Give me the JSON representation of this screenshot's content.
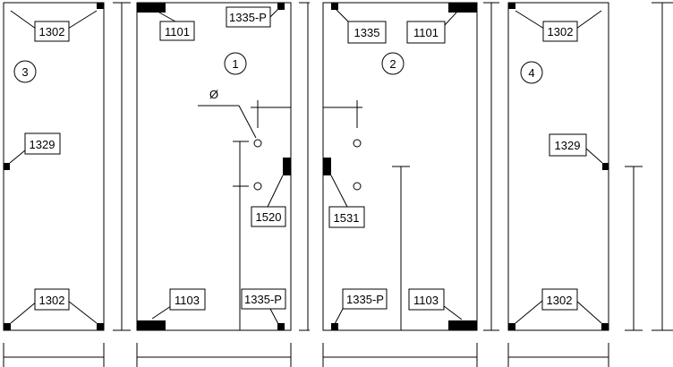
{
  "panels": {
    "p3": {
      "number": "3",
      "top": "1302",
      "mid": "1329",
      "bottom": "1302"
    },
    "p1": {
      "number": "1",
      "top_left": "1101",
      "top_right": "1335-P",
      "bottom_left": "1103",
      "bottom_right": "1335-P",
      "mid": "1520",
      "diameter_symbol": "Ø"
    },
    "p2": {
      "number": "2",
      "top_left": "1335",
      "top_right": "1101",
      "bottom_left": "1335-P",
      "bottom_right": "1103",
      "mid": "1531"
    },
    "p4": {
      "number": "4",
      "top": "1302",
      "mid": "1329",
      "bottom": "1302"
    }
  }
}
